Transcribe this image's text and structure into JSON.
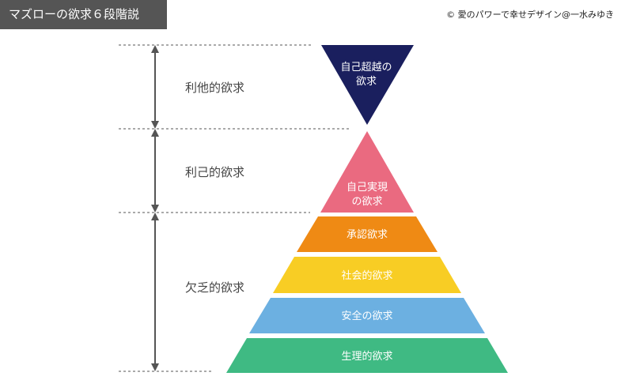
{
  "header": {
    "title": "マズローの欲求６段階説",
    "credit": "© 愛のパワーで幸せデザイン@一水みゆき"
  },
  "groups": [
    {
      "label": "利他的欲求"
    },
    {
      "label": "利己的欲求"
    },
    {
      "label": "欠乏的欲求"
    }
  ],
  "layers": [
    {
      "lines": [
        "自己超越の",
        "欲求"
      ],
      "color": "#1a1f5e"
    },
    {
      "lines": [
        "自己実現",
        "の欲求"
      ],
      "color": "#ea6a80"
    },
    {
      "lines": [
        "承認欲求"
      ],
      "color": "#ef8a14"
    },
    {
      "lines": [
        "社会的欲求"
      ],
      "color": "#f8cd24"
    },
    {
      "lines": [
        "安全の欲求"
      ],
      "color": "#6cb0e1"
    },
    {
      "lines": [
        "生理的欲求"
      ],
      "color": "#3fba83"
    }
  ],
  "colors": {
    "guide_line": "#555555",
    "arrow": "#555555"
  }
}
